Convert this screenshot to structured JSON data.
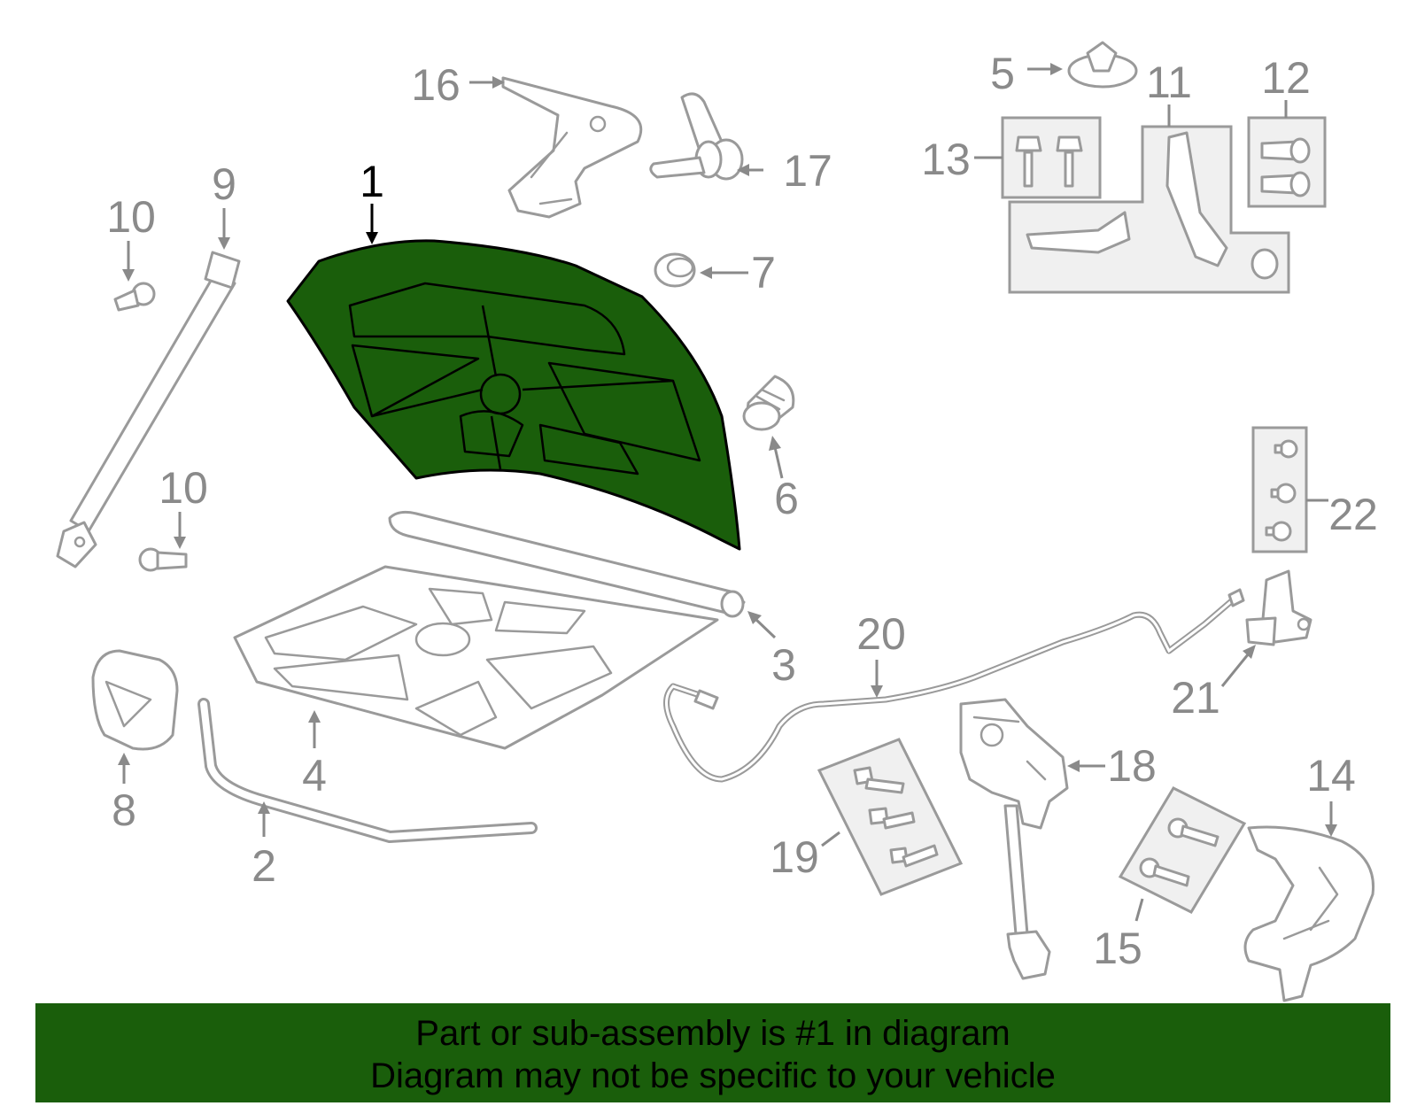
{
  "diagram": {
    "highlight_color": "#1a5e0b",
    "highlighted_part": "1",
    "labels": {
      "c1": "1",
      "c2": "2",
      "c3": "3",
      "c4": "4",
      "c5": "5",
      "c6": "6",
      "c7": "7",
      "c8": "8",
      "c9": "9",
      "c10a": "10",
      "c10b": "10",
      "c11": "11",
      "c12": "12",
      "c13": "13",
      "c14": "14",
      "c15": "15",
      "c16": "16",
      "c17": "17",
      "c18": "18",
      "c19": "19",
      "c20": "20",
      "c21": "21",
      "c22": "22"
    }
  },
  "banner": {
    "line1": "Part or sub-assembly is #1 in diagram",
    "line2": "Diagram may not be specific to your vehicle"
  }
}
